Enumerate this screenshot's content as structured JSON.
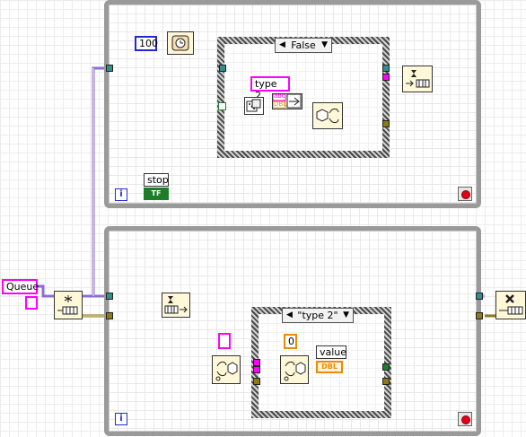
{
  "loop1": {
    "wait_ms": "100",
    "case_selector": "False",
    "type_constant": "type 2",
    "stop_label": "stop",
    "stop_control": "TF",
    "iteration_label": "i",
    "string_badge": "abc",
    "dbl_badge": "DBL"
  },
  "loop2": {
    "case_selector": "\"type 2\"",
    "zero_constant": "0",
    "value_label": "value",
    "value_indicator": "DBL",
    "iteration_label": "i"
  },
  "queue_constant": "Queue",
  "colors": {
    "refnum_wire": "#8a6fd1",
    "cluster_wire": "#8b7a1a",
    "string_wire": "#ff00ff",
    "bool_wire": "#1e7d2b",
    "numeric_wire": "#f08a00"
  }
}
